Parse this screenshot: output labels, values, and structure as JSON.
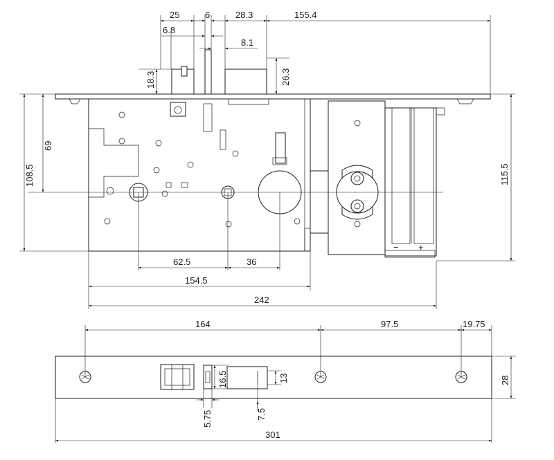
{
  "dimensions": {
    "top_25": "25",
    "top_6": "6",
    "top_28_3": "28.3",
    "top_155_4": "155.4",
    "top_6_8": "6.8",
    "top_8_1": "8.1",
    "top_18_3": "18.3",
    "top_26_3": "26.3",
    "left_69": "69",
    "left_108_5": "108.5",
    "right_115_5": "115.5",
    "h_62_5": "62.5",
    "h_36": "36",
    "h_154_5": "154.5",
    "h_242": "242",
    "fp_164": "164",
    "fp_97_5": "97.5",
    "fp_19_75": "19.75",
    "fp_28": "28",
    "fp_16_5": "16.5",
    "fp_13": "13",
    "fp_5_75": "5.75",
    "fp_7_5": "7.5",
    "fp_301": "301"
  },
  "symbols": {
    "minus": "−",
    "plus": "+"
  },
  "icons": [
    "screw-icon",
    "screw-icon",
    "screw-icon"
  ]
}
